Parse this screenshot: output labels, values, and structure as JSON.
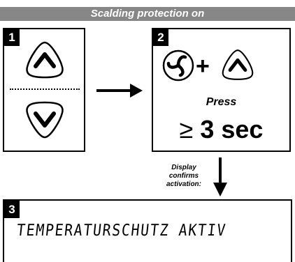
{
  "header": {
    "title": "Scalding protection on"
  },
  "step1": {
    "number": "1"
  },
  "step2": {
    "number": "2",
    "plus": "+",
    "press_label": "Press",
    "duration_symbol": "≥",
    "duration_value": "3 sec"
  },
  "confirmation": {
    "line1": "Display",
    "line2": "confirms",
    "line3": "activation:"
  },
  "step3": {
    "number": "3",
    "display_text": "TEMPERATURSCHUTZ AKTIV"
  },
  "colors": {
    "banner": "#878787",
    "ink": "#000000",
    "background": "#ffffff"
  },
  "icons": {
    "up_button": "up-arrow-button-icon",
    "down_button": "down-arrow-button-icon",
    "fan_button": "fan-button-icon",
    "flow_arrow": "right-arrow-icon",
    "confirm_arrow": "down-arrow-icon"
  }
}
